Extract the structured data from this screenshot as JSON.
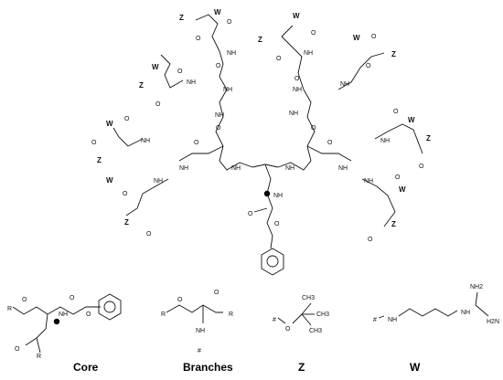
{
  "atoms": {
    "O": "O",
    "NH": "NH",
    "W": "W",
    "Z": "Z",
    "R": "R",
    "hash": "#",
    "CH3": "CH3",
    "NH2": "NH2",
    "H2N": "H2N"
  },
  "captions": {
    "core": "Core",
    "branches": "Branches",
    "z": "Z",
    "w": "W"
  },
  "colors": {
    "ink": "#111111",
    "attachment_dot": "#000000"
  }
}
